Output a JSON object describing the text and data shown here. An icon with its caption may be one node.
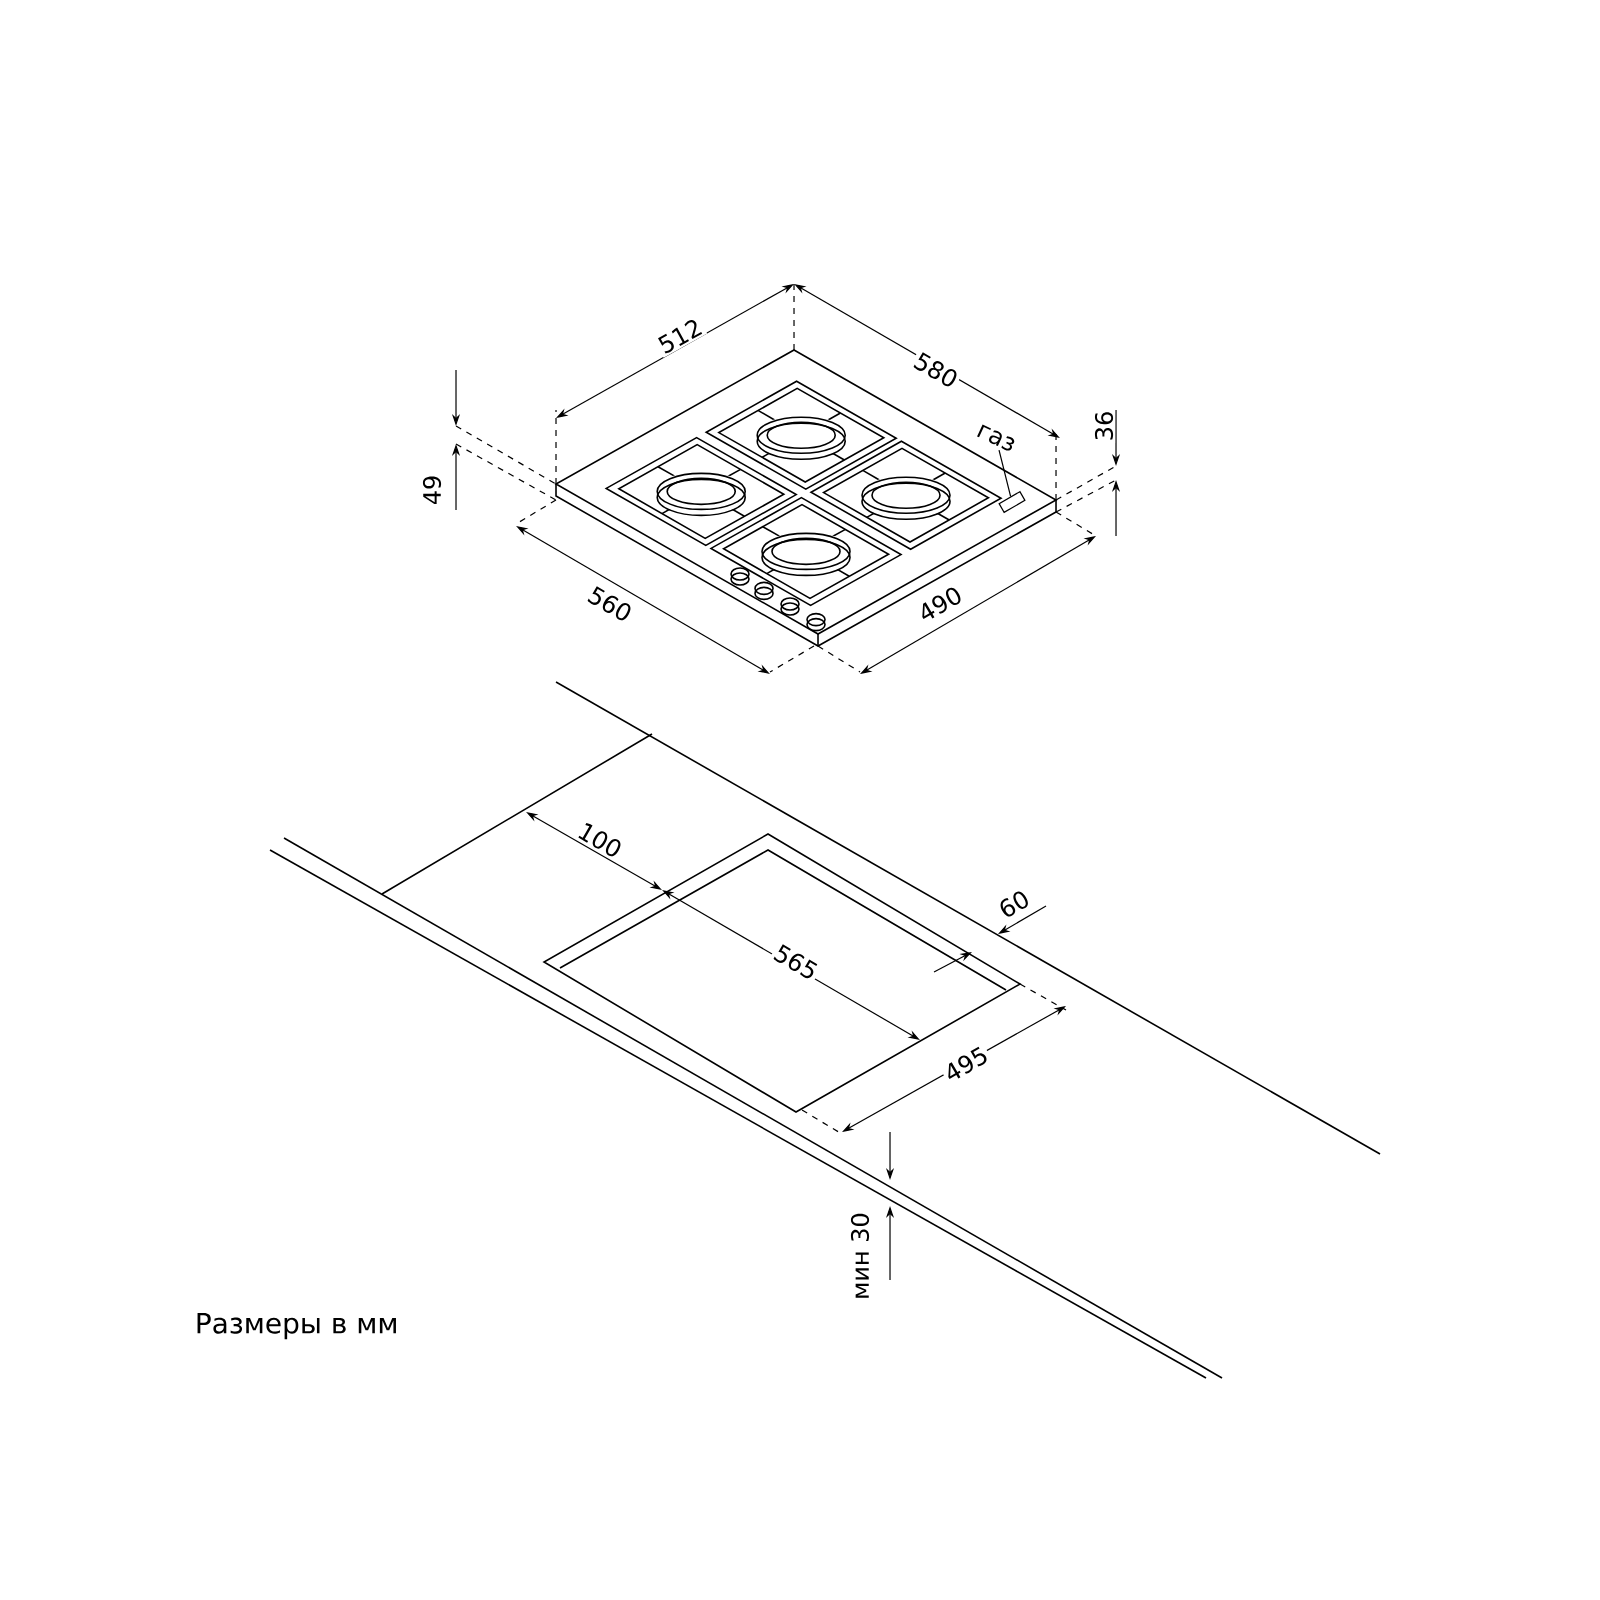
{
  "diagram": {
    "caption": "Размеры в мм",
    "nodes": [
      {
        "text": [
          "газ"
        ]
      },
      {
        "text": [],
        "shape": "box"
      }
    ],
    "edges": [
      {
        "from": 0,
        "to": 1,
        "arrow": "none"
      }
    ],
    "labels": [
      "512",
      "580",
      "49",
      "36",
      "560",
      "490",
      "100",
      "60",
      "565",
      "495",
      "мин 30"
    ]
  }
}
